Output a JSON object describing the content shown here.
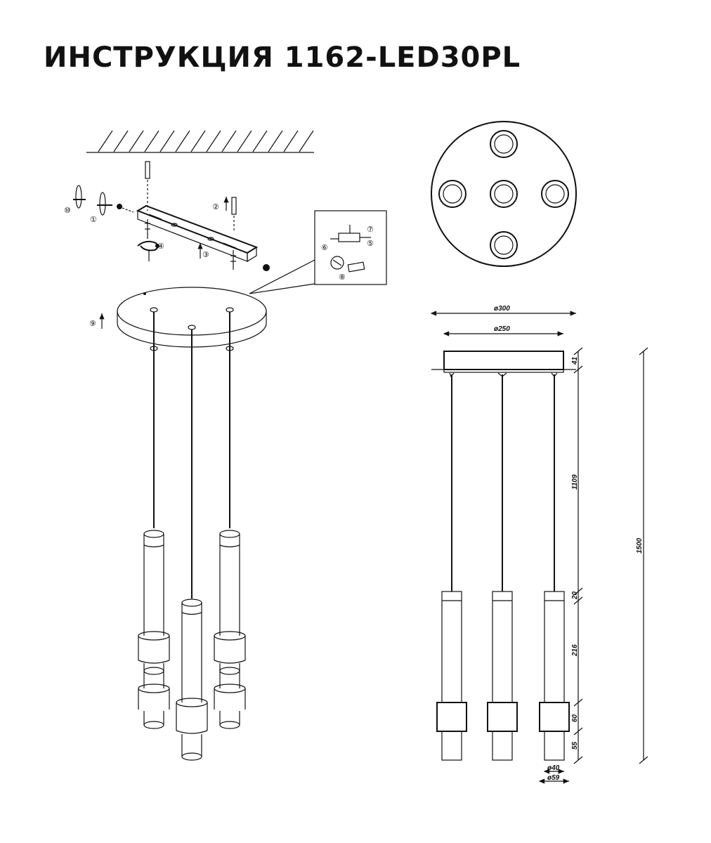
{
  "page": {
    "title": "ИНСТРУКЦИЯ 1162-LED30PL"
  },
  "assembly": {
    "callouts": [
      "⑩",
      "①",
      "②",
      "③",
      "④",
      "⑨"
    ],
    "detail_callouts": [
      "⑦",
      "⑤",
      "⑥",
      "⑧"
    ]
  },
  "dimensions": {
    "canopy_outer_diameter": "ø300",
    "canopy_inner_diameter": "ø250",
    "canopy_height": "41",
    "cable_length": "1109",
    "top_segment": "20",
    "tube_length": "216",
    "ring_height": "60",
    "bottom_segment": "55",
    "tube_diameter": "ø40",
    "ring_diameter": "ø59",
    "total_height": "1500"
  },
  "colors": {
    "line": "#111111",
    "background": "#ffffff"
  }
}
